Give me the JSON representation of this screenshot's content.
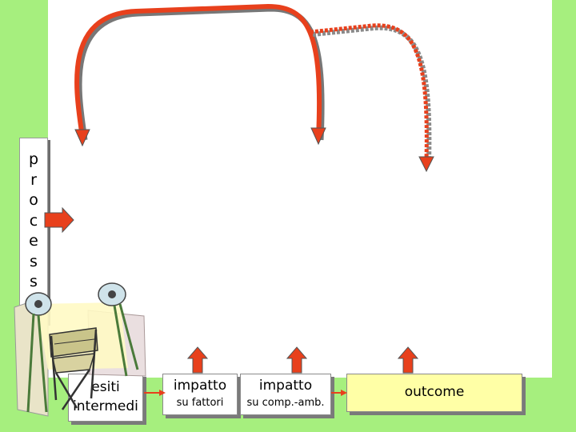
{
  "vertical_word": "processo",
  "boxes": {
    "esiti": {
      "line1": "esiti",
      "line2": "intermedi"
    },
    "fattori": {
      "title": "impatto",
      "subtitle": "su fattori"
    },
    "comp": {
      "title": "impatto",
      "subtitle": "su comp.-amb."
    },
    "outcome": {
      "title": "outcome"
    }
  },
  "colors": {
    "background": "#a6ef7e",
    "arrow_red": "#e8401c",
    "outcome_fill": "#ffffa6"
  },
  "icons": [
    "director-chair-spotlights-clipart",
    "arrow-right-icon",
    "arrow-up-icon"
  ]
}
